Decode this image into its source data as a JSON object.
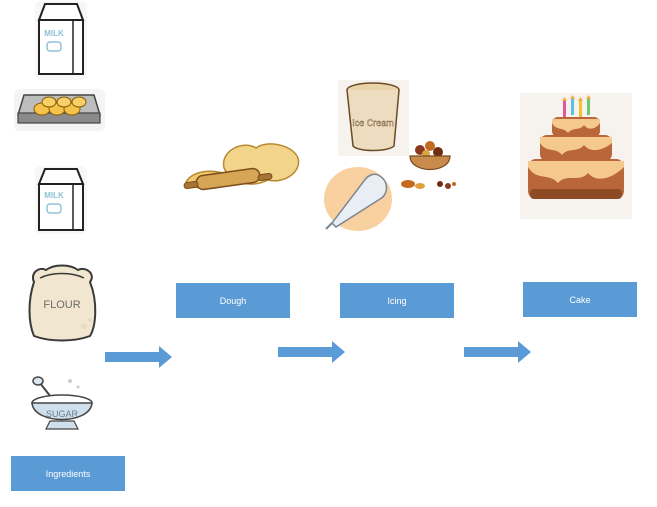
{
  "diagram": {
    "labels": {
      "ingredients": "Ingredients",
      "dough": "Dough",
      "icing": "Icing",
      "cake": "Cake"
    },
    "package_texts": {
      "milk": "MILK",
      "flour": "FLOUR",
      "sugar": "SUGAR",
      "ice_cream": "Ice Cream"
    },
    "colors": {
      "label_fill": "#5b9bd5",
      "arrow_fill": "#5b9bd5",
      "label_text": "#ffffff"
    }
  }
}
